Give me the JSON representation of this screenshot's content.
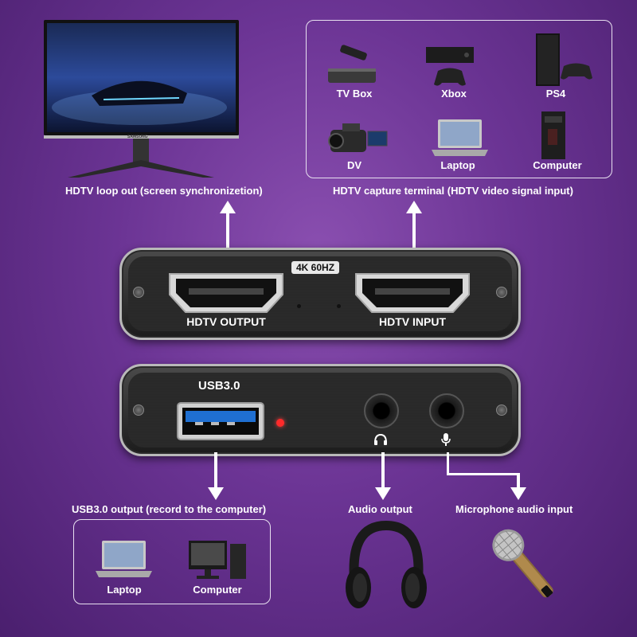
{
  "top": {
    "loop_out_label": "HDTV loop out (screen synchronizetion)",
    "capture_label": "HDTV capture terminal (HDTV video signal input)",
    "monitor_brand": "SAMSUNG",
    "sources": [
      {
        "name": "TV Box"
      },
      {
        "name": "Xbox"
      },
      {
        "name": "PS4"
      },
      {
        "name": "DV"
      },
      {
        "name": "Laptop"
      },
      {
        "name": "Computer"
      }
    ]
  },
  "device_front": {
    "badge": "4K 60HZ",
    "output_label": "HDTV OUTPUT",
    "input_label": "HDTV INPUT"
  },
  "device_back": {
    "usb_label": "USB3.0"
  },
  "bottom": {
    "usb_output_label": "USB3.0 output (record to the computer)",
    "audio_output_label": "Audio output",
    "mic_input_label": "Microphone audio input",
    "targets": [
      {
        "name": "Laptop"
      },
      {
        "name": "Computer"
      }
    ]
  },
  "colors": {
    "background": "#6b3494",
    "led": "#ff2a2a",
    "usb_port": "#1f6fd1"
  }
}
